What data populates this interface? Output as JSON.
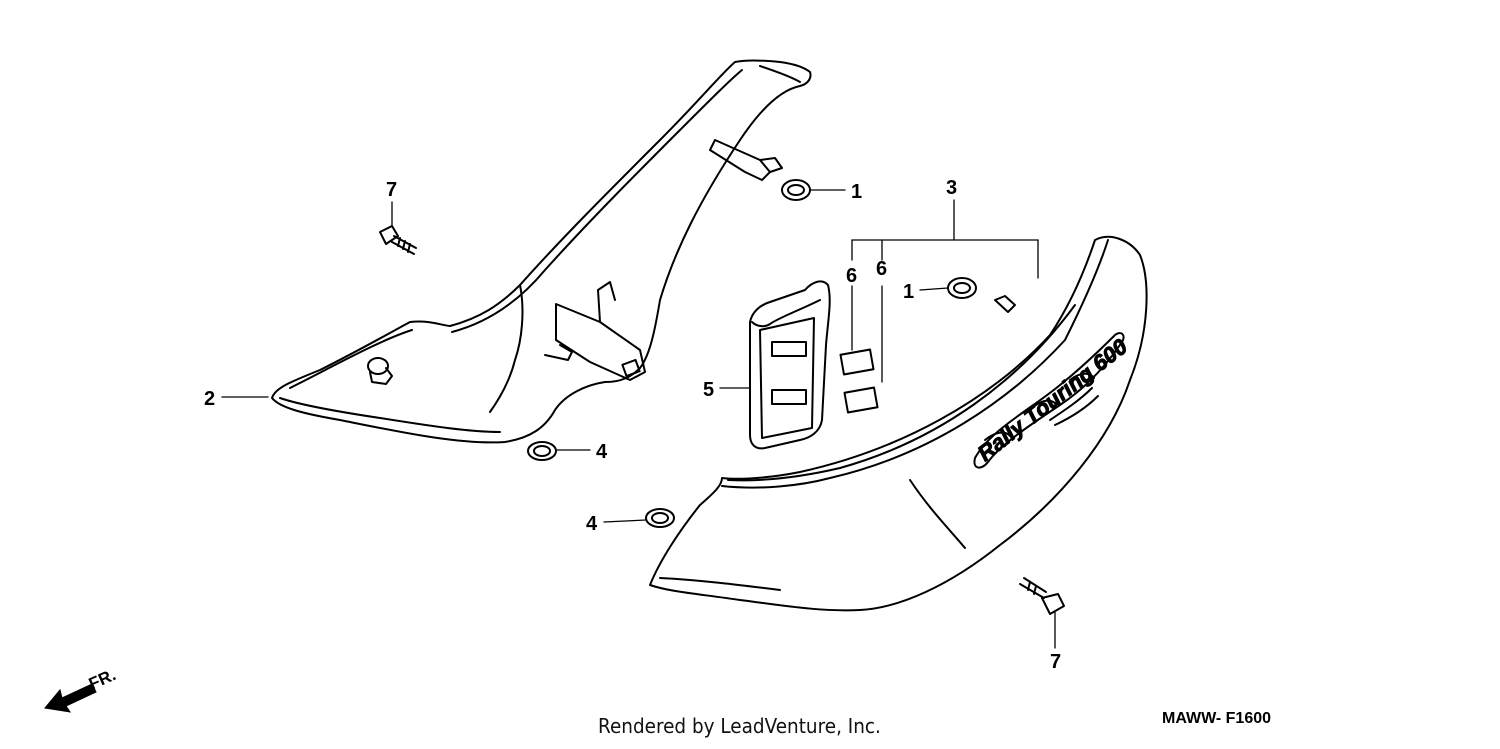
{
  "callouts": {
    "c1a": "1",
    "c1b": "1",
    "c2": "2",
    "c3": "3",
    "c4a": "4",
    "c4b": "4",
    "c5": "5",
    "c6a": "6",
    "c6b": "6",
    "c7a": "7",
    "c7b": "7"
  },
  "emblem": "Rally Touring 600",
  "front_arrow": "FR.",
  "credit": "Rendered by LeadVenture, Inc.",
  "diagram_code": "MAWW- F1600",
  "colors": {
    "line": "#000000",
    "background": "#ffffff"
  }
}
